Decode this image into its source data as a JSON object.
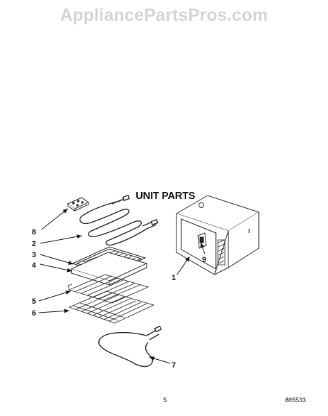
{
  "watermark": "AppliancePartsPros.com",
  "section_title": "UNIT PARTS",
  "callouts": [
    "1",
    "2",
    "3",
    "4",
    "5",
    "6",
    "7",
    "8",
    "9"
  ],
  "footer": {
    "page_number": "5",
    "document_number": "885533"
  }
}
